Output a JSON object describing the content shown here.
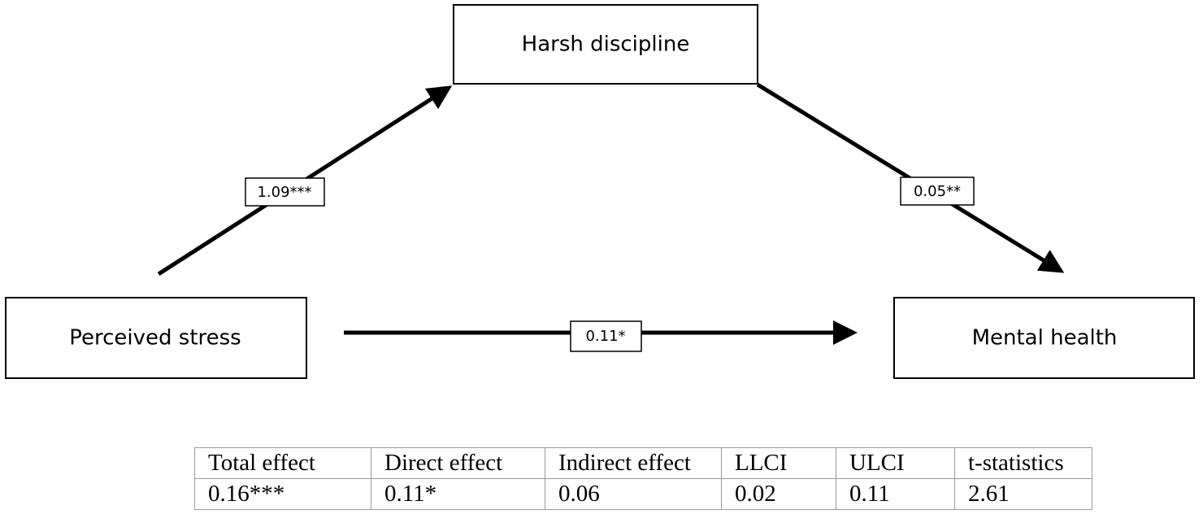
{
  "nodes": {
    "mediator": "Harsh discipline",
    "predictor": "Perceived stress",
    "outcome": "Mental health"
  },
  "paths": {
    "a": "1.09***",
    "b": "0.05**",
    "c_prime": "0.11*"
  },
  "table": {
    "headers": [
      "Total effect",
      "Direct effect",
      "Indirect effect",
      "LLCI",
      "ULCI",
      "t-statistics"
    ],
    "values": [
      "0.16***",
      "0.11*",
      "0.06",
      "0.02",
      "0.11",
      "2.61"
    ]
  }
}
